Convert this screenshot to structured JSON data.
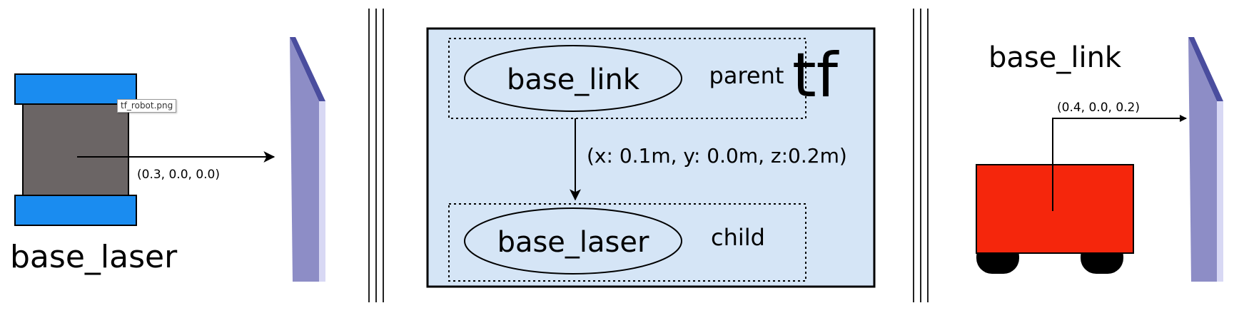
{
  "left_panel": {
    "frame_label": "base_laser",
    "offset_label": "(0.3, 0.0, 0.0)",
    "tooltip": "tf_robot.png"
  },
  "center_panel": {
    "title": "tf",
    "parent_frame": "base_link",
    "parent_role": "parent",
    "child_frame": "base_laser",
    "child_role": "child",
    "transform_label": "(x: 0.1m, y: 0.0m, z:0.2m)"
  },
  "right_panel": {
    "frame_label": "base_link",
    "offset_label": "(0.4, 0.0, 0.2)"
  },
  "colors": {
    "wheel_blue": "#1a8cf0",
    "laser_body": "#6b6565",
    "tf_panel_fill": "#d5e5f6",
    "robot_red": "#f5260c",
    "wall_front": "#8d8dc6",
    "wall_top": "#4a4d9e",
    "wall_side": "#d8d8f4"
  }
}
